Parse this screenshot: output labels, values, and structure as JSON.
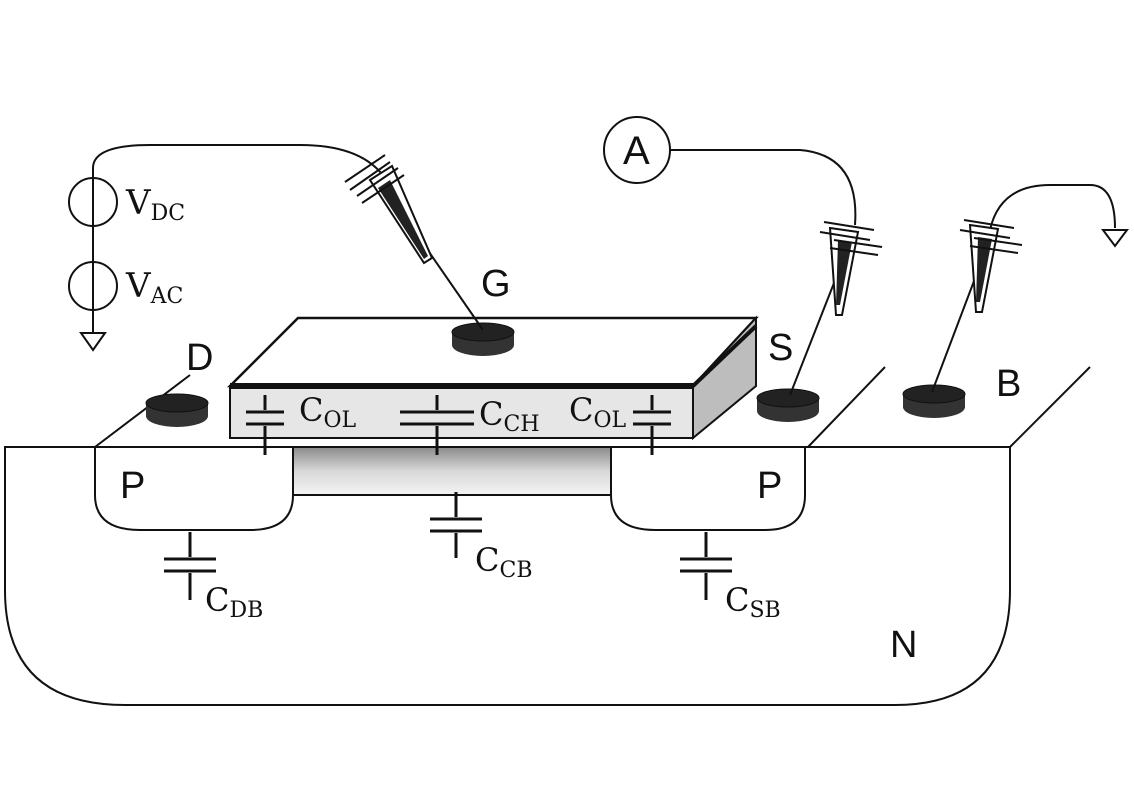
{
  "terminals": {
    "drain": "D",
    "gate": "G",
    "source": "S",
    "body": "B"
  },
  "regions": {
    "drain_well": "P",
    "source_well": "P",
    "substrate": "N"
  },
  "capacitors": {
    "overlap_left": {
      "main": "C",
      "sub": "OL"
    },
    "channel": {
      "main": "C",
      "sub": "CH"
    },
    "overlap_right": {
      "main": "C",
      "sub": "OL"
    },
    "channel_body": {
      "main": "C",
      "sub": "CB"
    },
    "drain_body": {
      "main": "C",
      "sub": "DB"
    },
    "source_body": {
      "main": "C",
      "sub": "SB"
    }
  },
  "sources": {
    "dc": {
      "main": "V",
      "sub": "DC"
    },
    "ac": {
      "main": "V",
      "sub": "AC"
    }
  },
  "meter": "A",
  "colors": {
    "stroke": "#111111",
    "oxide_fill": "#e6e6e6",
    "gate_side": "#bdbdbd",
    "contact_dark": "#333333"
  }
}
